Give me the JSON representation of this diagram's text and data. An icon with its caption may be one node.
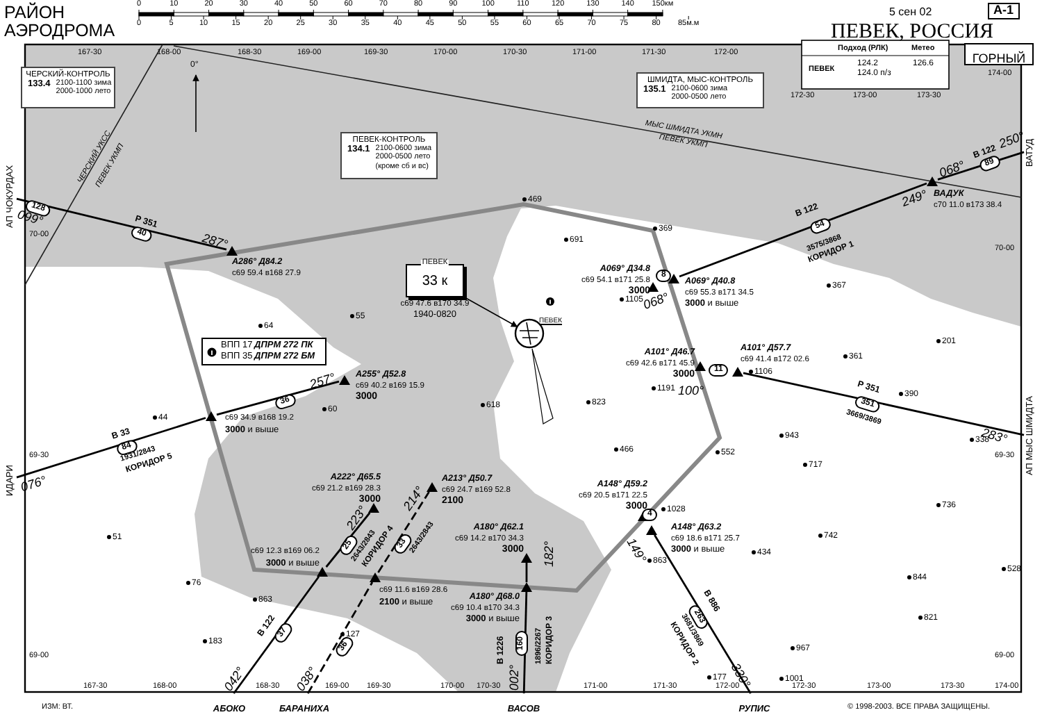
{
  "diagram": {
    "title": "РАЙОН АЭРОДРОМА",
    "nodes": [
      {
        "text": [
          "ЧЕРСКИЙ-КОНТРОЛЬ",
          "133.4",
          "2100-1100 зима",
          "2000-1000 лето"
        ]
      },
      {
        "text": [
          "ПЕВЕК-КОНТРОЛЬ",
          "134.1",
          "2100-0600 зима",
          "2000-0500 лето",
          "(кроме сб и вс)"
        ]
      },
      {
        "text": [
          "ШМИДТА, МЫС-КОНТРОЛЬ",
          "135.1",
          "2100-0600 зима",
          "2000-0500 лето"
        ]
      },
      {
        "text": [
          "ПЕВЕК",
          "33 к"
        ],
        "beside": [
          "с69 47.6 в170 34.9",
          "1940-0820"
        ]
      },
      {
        "text": [],
        "shape": "circle"
      },
      {
        "text": [
          "ВПП 17",
          "ДПРМ 272 ПК",
          "ВПП 35",
          "ДПРМ 272 БМ"
        ]
      },
      {
        "text": [
          "ГОРНЫЙ"
        ]
      },
      {
        "text": [],
        "shape": "triangle",
        "beside": [
          "А286° Д84.2",
          "с69 59.4 в168 27.9"
        ]
      },
      {
        "text": [],
        "shape": "triangle",
        "beside": [
          "А069° Д34.8",
          "с69 54.1 в171 25.8",
          "3000"
        ]
      },
      {
        "text": [],
        "shape": "triangle",
        "beside": [
          "А069° Д40.8",
          "с69 55.3 в171 34.5",
          "**3000** и выше"
        ]
      },
      {
        "text": [],
        "shape": "triangle",
        "beside": [
          "ВАДУК",
          "с70 11.0 в173 38.4"
        ]
      },
      {
        "text": [],
        "shape": "triangle",
        "beside": [
          "с69 34.9 в168 19.2",
          "**3000** и выше"
        ]
      },
      {
        "text": [],
        "shape": "triangle",
        "beside": [
          "А255° Д52.8",
          "с69 40.2 в169 15.9",
          "3000"
        ]
      },
      {
        "text": [],
        "shape": "triangle",
        "beside": [
          "А101° Д46.7",
          "с69 42.6 в171 45.9",
          "3000"
        ]
      },
      {
        "text": [],
        "shape": "triangle",
        "beside": [
          "А101° Д57.7",
          "с69 41.4 в172 02.6"
        ]
      },
      {
        "text": [],
        "shape": "triangle",
        "beside": [
          "А222° Д65.5",
          "с69 21.2 в169 28.3",
          "3000"
        ]
      },
      {
        "text": [],
        "shape": "triangle",
        "beside": [
          "А213° Д50.7",
          "с69 24.7 в169 52.8",
          "2100"
        ]
      },
      {
        "text": [],
        "shape": "triangle",
        "beside": [
          "А148° Д59.2",
          "с69 20.5 в171 22.5",
          "3000"
        ]
      },
      {
        "text": [],
        "shape": "triangle",
        "beside": [
          "А148° Д63.2",
          "с69 18.6 в171 25.7",
          "**3000** и выше"
        ]
      },
      {
        "text": [],
        "shape": "triangle",
        "beside": [
          "А180° Д62.1",
          "с69 14.2 в170 34.3",
          "3000"
        ]
      },
      {
        "text": [],
        "shape": "triangle",
        "beside": [
          "с69 12.3 в169 06.2",
          "**3000** и выше"
        ]
      },
      {
        "text": [],
        "shape": "triangle",
        "beside": [
          "с69 11.6 в169 28.6",
          "**2100** и выше"
        ]
      },
      {
        "text": [],
        "shape": "triangle",
        "beside": [
          "А180° Д68.0",
          "с69 10.4 в170 34.3",
          "**3000** и выше"
        ]
      },
      {
        "text": [
          "АП ЧОКУРДАХ"
        ]
      },
      {
        "text": [
          "ВАТУД"
        ]
      },
      {
        "text": [
          "ИДАРИ"
        ]
      },
      {
        "text": [
          "АП МЫС ШМИДТА"
        ]
      },
      {
        "text": [
          "АБОКО"
        ]
      },
      {
        "text": [
          "БАРАНИХА"
        ]
      },
      {
        "text": [
          "ВАСОВ"
        ]
      },
      {
        "text": [
          "РУПИС"
        ]
      }
    ],
    "edges": [
      {
        "from": 3,
        "to": 4,
        "arrow": "to"
      },
      {
        "from": 23,
        "to": 7,
        "arrow": "none"
      },
      {
        "from": 9,
        "to": 10,
        "arrow": "none"
      },
      {
        "from": 10,
        "to": 24,
        "arrow": "none"
      },
      {
        "from": 25,
        "to": 11,
        "arrow": "none"
      },
      {
        "from": 11,
        "to": 12,
        "arrow": "none"
      },
      {
        "from": 26,
        "to": 14,
        "arrow": "none"
      },
      {
        "from": 27,
        "to": 20,
        "arrow": "none"
      },
      {
        "from": 20,
        "to": 15,
        "arrow": "none"
      },
      {
        "from": 28,
        "to": 21,
        "arrow": "none",
        "style": "dashed"
      },
      {
        "from": 21,
        "to": 16,
        "arrow": "none",
        "style": "dashed"
      },
      {
        "from": 29,
        "to": 22,
        "arrow": "none"
      },
      {
        "from": 22,
        "to": 19,
        "arrow": "none"
      },
      {
        "from": 30,
        "to": 18,
        "arrow": "none"
      }
    ],
    "labels": [
      "0",
      "10",
      "20",
      "30",
      "40",
      "50",
      "60",
      "70",
      "80",
      "90",
      "100",
      "110",
      "120",
      "130",
      "140",
      "150км",
      "0",
      "5",
      "10",
      "15",
      "20",
      "25",
      "30",
      "35",
      "40",
      "45",
      "50",
      "55",
      "60",
      "65",
      "70",
      "75",
      "80",
      "85м.м",
      "5 сен 02",
      "А-1",
      "ПЕВЕК, РОССИЯ",
      "Подход (РЛК)",
      "Метео",
      "167-30",
      "168-00",
      "168-30",
      "169-00",
      "169-30",
      "170-00",
      "170-30",
      "171-00",
      "171-30",
      "172-00",
      "0°",
      "ПЕВЕК",
      "124.2 124.0 п/з",
      "126.6",
      "174-00",
      "172-30",
      "173-00",
      "173-30",
      "МЫС ШМИДТА УКМН",
      "ПЕВЕК УКМП",
      "250°",
      "068°",
      "В 122",
      "89",
      "ЧЕРСКИЙ УКСС",
      "ПЕВЕК УКМП",
      "099°",
      "128",
      "40",
      "Р 351",
      "469",
      "В 122",
      "54",
      "249°",
      "369",
      "70-00",
      "287°",
      "691",
      "3575/3868",
      "КОРИДОР 1",
      "70-00",
      "8",
      "367",
      "1105",
      "068°",
      "55",
      "ПЕВЕК",
      "64",
      "201",
      "361",
      "11",
      "1106",
      "257°",
      "1191",
      "100°",
      "Р 351",
      "390",
      "36",
      "618",
      "823",
      "351",
      "60",
      "44",
      "3669/3869",
      "943",
      "В 33",
      "338",
      "283°",
      "84",
      "69-30",
      "466",
      "552",
      "69-30",
      "1931/2843",
      "КОРИДОР 5",
      "717",
      "076°",
      "736",
      "214°",
      "4",
      "1028",
      "51",
      "223°",
      "149°",
      "742",
      "25",
      "2643/2843",
      "КОРИДОР 4",
      "33",
      "2643/2843",
      "182°",
      "863",
      "434",
      "528",
      "844",
      "76",
      "863",
      "В 886",
      "263",
      "3681/3869",
      "КОРИДОР 2",
      "821",
      "183",
      "В 122",
      "37",
      "127",
      "36",
      "160",
      "967",
      "69-00",
      "69-00",
      "042°",
      "038°",
      "В 1226",
      "002°",
      "1896/2267",
      "КОРИДОР 3",
      "177",
      "330°",
      "1001",
      "167-30",
      "168-00",
      "168-30",
      "169-00",
      "169-30",
      "170-00",
      "170-30",
      "171-00",
      "171-30",
      "172-00",
      "172-30",
      "173-00",
      "173-30",
      "174-00",
      "ИЗМ: ВТ.",
      "© 1998-2003. ВСЕ ПРАВА ЗАЩИЩЕНЫ."
    ]
  }
}
